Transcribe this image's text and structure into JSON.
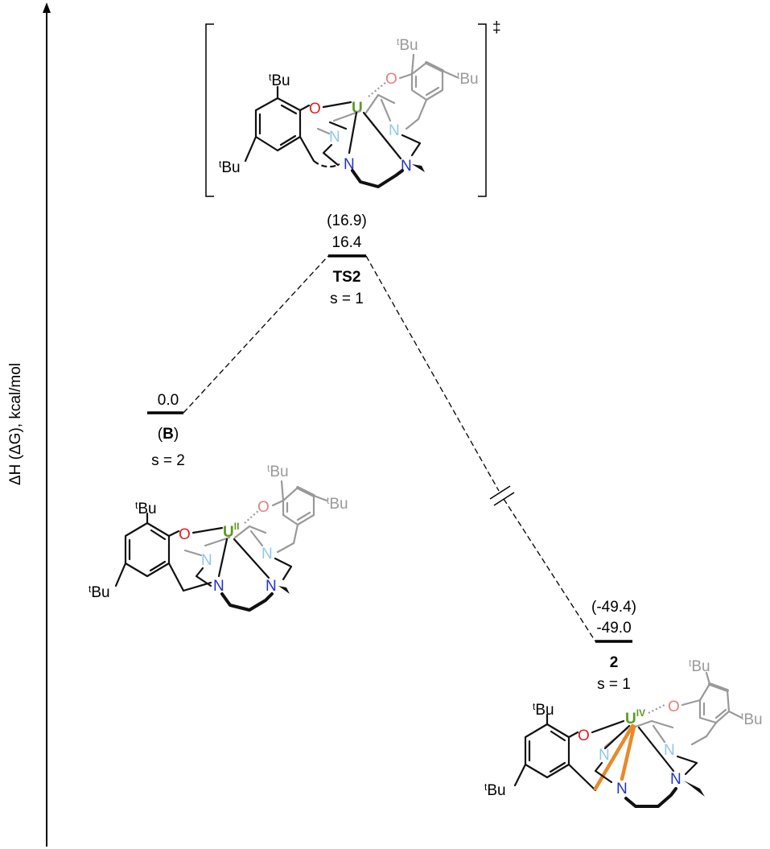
{
  "axis": {
    "label": "ΔH (ΔG), kcal/mol"
  },
  "levels": [
    {
      "id": "B",
      "dH": "0.0",
      "dG": "",
      "name": "B",
      "name_open": "(",
      "name_close": ")",
      "spin": "s = 2"
    },
    {
      "id": "TS2",
      "dH": "16.4",
      "dG": "(16.9)",
      "name": "TS2",
      "name_open": "",
      "name_close": "",
      "spin": "s = 1"
    },
    {
      "id": "P2",
      "dH": "-49.0",
      "dG": "(-49.4)",
      "name": "2",
      "name_open": "",
      "name_close": "",
      "spin": "s = 1"
    }
  ],
  "ts_marker": "‡",
  "structures": {
    "atoms": {
      "U": "U",
      "N": "N",
      "O": "O",
      "tBu_sup": "t",
      "tBu_main": "Bu"
    },
    "oxidation_B": "II",
    "oxidation_2": "IV"
  },
  "colors": {
    "uranium": "#5a9a1f",
    "nitrogen": "#1f33cc",
    "nitrogen_light": "#8fc7ea",
    "oxygen": "#e02020",
    "oxygen_light": "#e58080",
    "grey": "#999999",
    "orange": "#e8892a"
  }
}
